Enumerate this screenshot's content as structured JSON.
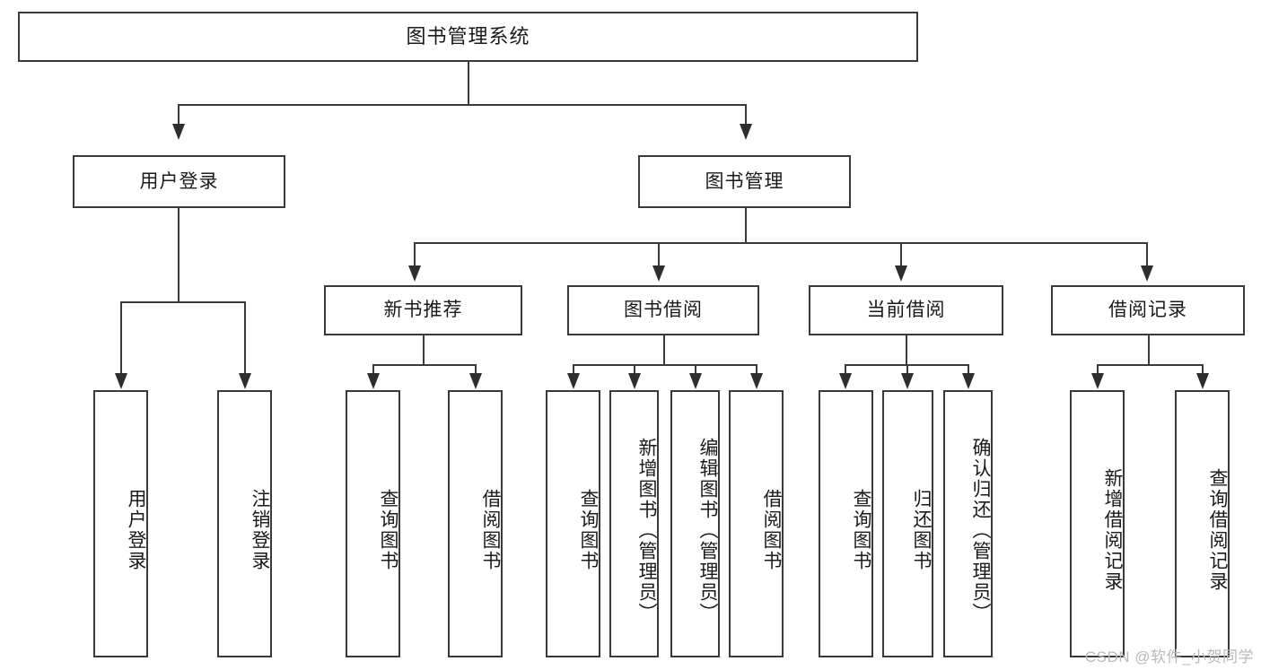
{
  "diagram": {
    "title": "图书管理系统",
    "type": "hierarchy-tree",
    "watermark": "CSDN @软件_小贺同学",
    "colors": {
      "box_border": "#3a3a3a",
      "box_fill": "#ffffff",
      "line": "#3a3a3a",
      "text": "#1a1a1a",
      "watermark": "#b9b9b9"
    },
    "nodes": {
      "root": {
        "label": "图书管理系统"
      },
      "level2": [
        {
          "id": "user-login",
          "label": "用户登录"
        },
        {
          "id": "book-management",
          "label": "图书管理"
        }
      ],
      "level3": [
        {
          "id": "new-book-recommend",
          "label": "新书推荐"
        },
        {
          "id": "book-borrow",
          "label": "图书借阅"
        },
        {
          "id": "current-borrow",
          "label": "当前借阅"
        },
        {
          "id": "borrow-record",
          "label": "借阅记录"
        }
      ],
      "leaves": {
        "user-login": [
          {
            "id": "leaf-user-login",
            "label": "用户登录"
          },
          {
            "id": "leaf-logout-login",
            "label": "注销登录"
          }
        ],
        "new-book-recommend": [
          {
            "id": "leaf-query-book-1",
            "label": "查询图书"
          },
          {
            "id": "leaf-borrow-book-1",
            "label": "借阅图书"
          }
        ],
        "book-borrow": [
          {
            "id": "leaf-query-book-2",
            "label": "查询图书"
          },
          {
            "id": "leaf-add-book-admin",
            "label": "新增图书（管理员）"
          },
          {
            "id": "leaf-edit-book-admin",
            "label": "编辑图书（管理员）"
          },
          {
            "id": "leaf-borrow-book-2",
            "label": "借阅图书"
          }
        ],
        "current-borrow": [
          {
            "id": "leaf-query-book-3",
            "label": "查询图书"
          },
          {
            "id": "leaf-return-book",
            "label": "归还图书"
          },
          {
            "id": "leaf-confirm-return-admin",
            "label": "确认归还（管理员）"
          }
        ],
        "borrow-record": [
          {
            "id": "leaf-add-borrow-record",
            "label": "新增借阅记录"
          },
          {
            "id": "leaf-query-borrow-record",
            "label": "查询借阅记录"
          }
        ]
      }
    }
  }
}
